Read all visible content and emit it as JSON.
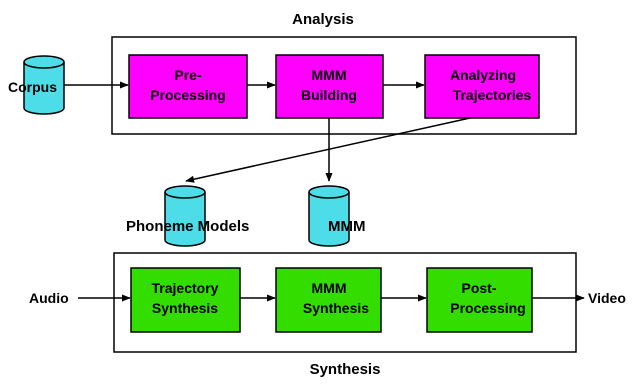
{
  "analysis": {
    "title": "Analysis",
    "box_color": "#ff00ff",
    "steps": [
      {
        "line1": "Pre-",
        "line2": "Processing"
      },
      {
        "line1": "MMM",
        "line2": "Building"
      },
      {
        "line1": "Analyzing",
        "line2": "Trajectories"
      }
    ]
  },
  "synthesis": {
    "title": "Synthesis",
    "box_color": "#33dd00",
    "steps": [
      {
        "line1": "Trajectory",
        "line2": "Synthesis"
      },
      {
        "line1": "MMM",
        "line2": "Synthesis"
      },
      {
        "line1": "Post-",
        "line2": "Processing"
      }
    ]
  },
  "stores": {
    "color": "#4ddde8",
    "corpus": "Corpus",
    "phoneme_models": "Phoneme Models",
    "mmm": "MMM"
  },
  "io": {
    "audio": "Audio",
    "video": "Video"
  }
}
